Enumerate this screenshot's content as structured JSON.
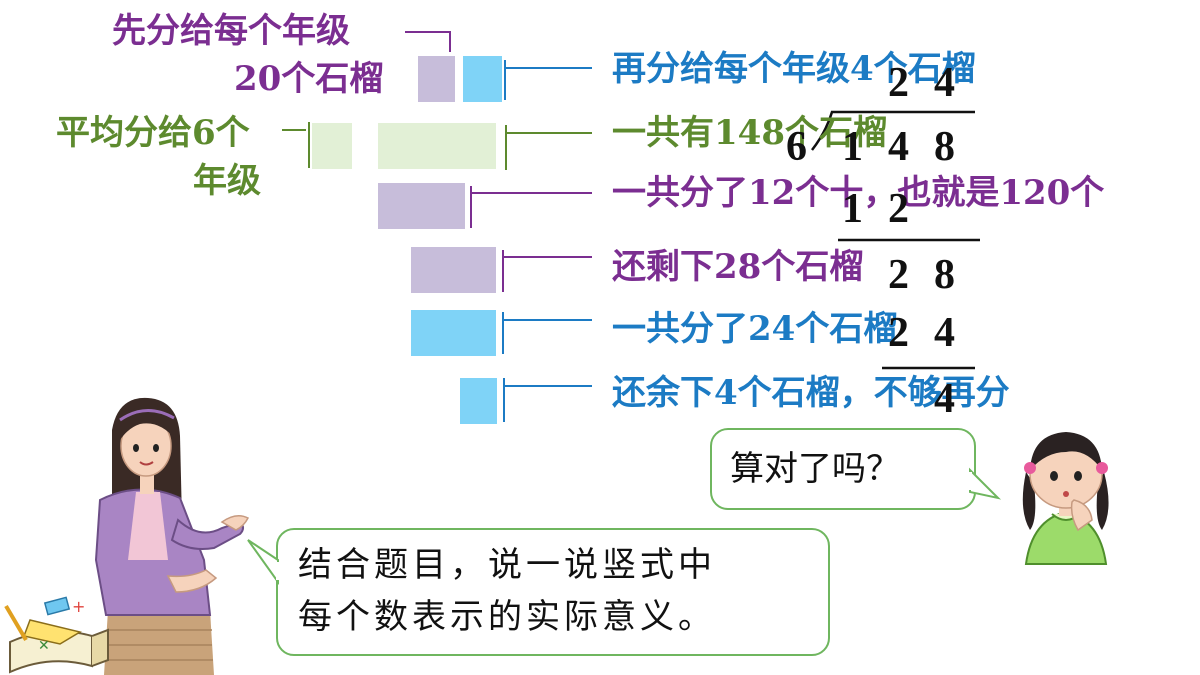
{
  "labels": {
    "first_share_line1": "先分给每个年级",
    "first_share_line2": "20个石榴",
    "average_line1": "平均分给6个",
    "average_line2": "年级",
    "again_share": "再分给每个年级4个石榴",
    "total": "一共有148个石榴",
    "shared_12": "一共分了12个十，也就是120个",
    "remain_28": "还剩下28个石榴",
    "shared_24": "一共分了24个石榴",
    "remain_4": "还余下4个石榴，不够再分"
  },
  "division": {
    "quotient": [
      "2",
      "4"
    ],
    "divisor": "6",
    "dividend": [
      "1",
      "4",
      "8"
    ],
    "step1": [
      "1",
      "2"
    ],
    "step2": [
      "2",
      "8"
    ],
    "step3": [
      "2",
      "4"
    ],
    "remainder": "4"
  },
  "bubbles": {
    "girl_question": "算对了吗？",
    "teacher_line1": "结合题目，说一说竖式中",
    "teacher_line2": "每个数表示的实际意义。"
  },
  "colors": {
    "purple_text": "#7B2E91",
    "green_text": "#5D8A2E",
    "blue_text": "#1C7BC4",
    "purple_box": "#C7BDDA",
    "green_box": "#E2F0D6",
    "blue_box": "#7FD3F7",
    "bubble_border": "#6FB65F"
  }
}
